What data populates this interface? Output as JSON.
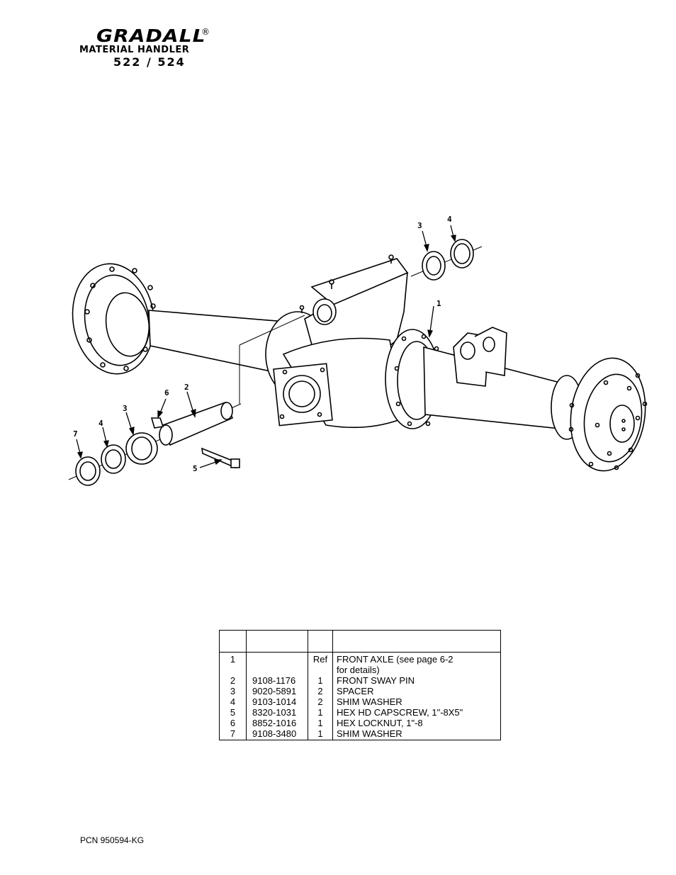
{
  "header": {
    "brand": "GRADALL",
    "registered_mark": "®",
    "subtitle": "MATERIAL HANDLER",
    "model": "522 / 524"
  },
  "callouts": [
    "1",
    "2",
    "3",
    "4",
    "5",
    "6",
    "7",
    "3",
    "4"
  ],
  "parts_table": {
    "columns": [
      "",
      "",
      "",
      ""
    ],
    "rows": [
      {
        "item": "1",
        "part": "",
        "qty": "Ref",
        "desc": "FRONT AXLE (see page 6-2",
        "desc2": "for details)"
      },
      {
        "item": "2",
        "part": "9108-1176",
        "qty": "1",
        "desc": "FRONT SWAY PIN",
        "desc2": ""
      },
      {
        "item": "3",
        "part": "9020-5891",
        "qty": "2",
        "desc": "SPACER",
        "desc2": ""
      },
      {
        "item": "4",
        "part": "9103-1014",
        "qty": "2",
        "desc": "SHIM WASHER",
        "desc2": ""
      },
      {
        "item": "5",
        "part": "8320-1031",
        "qty": "1",
        "desc": "HEX HD CAPSCREW, 1\"-8X5\"",
        "desc2": ""
      },
      {
        "item": "6",
        "part": "8852-1016",
        "qty": "1",
        "desc": "HEX LOCKNUT, 1\"-8",
        "desc2": ""
      },
      {
        "item": "7",
        "part": "9108-3480",
        "qty": "1",
        "desc": "SHIM WASHER",
        "desc2": ""
      }
    ]
  },
  "footer": {
    "pcn": "PCN 950594-KG"
  }
}
